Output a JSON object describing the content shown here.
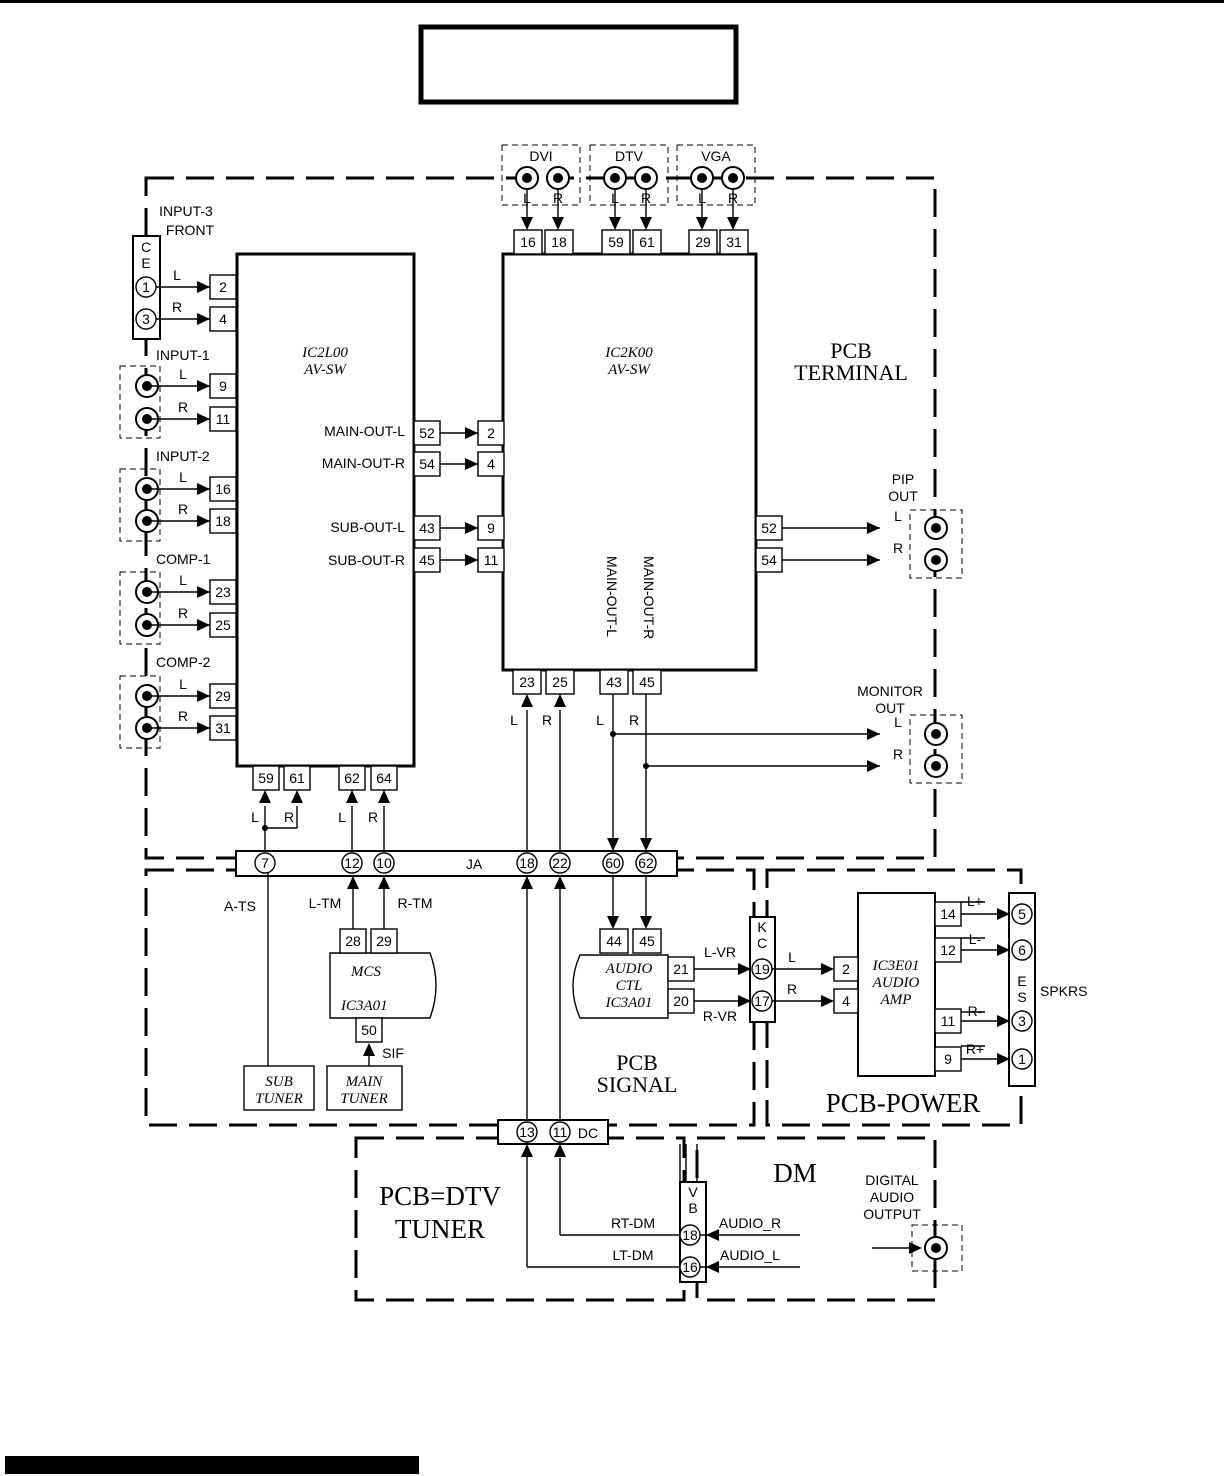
{
  "blocks": {
    "pcb_terminal": "PCB\nTERMINAL",
    "pcb_signal": "PCB\nSIGNAL",
    "pcb_power": "PCB-POWER",
    "pcb_dtv": "PCB=DTV\nTUNER",
    "dm": "DM"
  },
  "chips": {
    "ic2l00": "IC2L00\nAV-SW",
    "ic2k00": "IC2K00\nAV-SW",
    "mcs": "MCS\nIC3A01",
    "audio_ctl": "AUDIO\nCTL\nIC3A01",
    "audio_amp": "IC3E01\nAUDIO\nAMP",
    "sub_tuner": "SUB\nTUNER",
    "main_tuner": "MAIN\nTUNER"
  },
  "inputs": {
    "input3": "INPUT-3\nFRONT",
    "input1": "INPUT-1",
    "input2": "INPUT-2",
    "comp1": "COMP-1",
    "comp2": "COMP-2",
    "dvi": "DVI",
    "dtv": "DTV",
    "vga": "VGA"
  },
  "outputs": {
    "pip": "PIP\nOUT",
    "monitor": "MONITOR\nOUT",
    "digital": "DIGITAL\nAUDIO\nOUTPUT",
    "spkrs": "SPKRS"
  },
  "connectors": {
    "ce": "C\nE",
    "ja": "JA",
    "kc": "K\nC",
    "es": "E\nS",
    "dc": "DC",
    "vb": "V\nB"
  },
  "signals": {
    "main_out_l": "MAIN-OUT-L",
    "main_out_r": "MAIN-OUT-R",
    "sub_out_l": "SUB-OUT-L",
    "sub_out_r": "SUB-OUT-R",
    "a_ts": "A-TS",
    "l_tm": "L-TM",
    "r_tm": "R-TM",
    "sif": "SIF",
    "l_vr": "L-VR",
    "r_vr": "R-VR",
    "rt_dm": "RT-DM",
    "lt_dm": "LT-DM",
    "audio_r": "AUDIO_R",
    "audio_l": "AUDIO_L",
    "l_plus": "L+",
    "l_minus": "L-",
    "r_minus": "R-",
    "r_plus": "R+",
    "l": "L",
    "r": "R"
  }
}
